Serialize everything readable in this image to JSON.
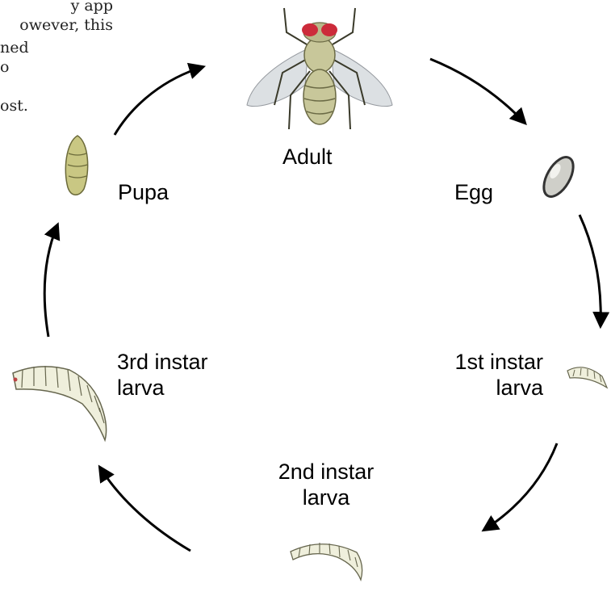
{
  "fragment_text": {
    "lines": [
      "y app",
      "owever, this",
      "ned",
      "o",
      "ost."
    ]
  },
  "stages": {
    "adult": {
      "label": "Adult"
    },
    "egg": {
      "label": "Egg"
    },
    "first_instar": {
      "line1": "1st instar",
      "line2": "larva"
    },
    "second_instar": {
      "line1": "2nd instar",
      "line2": "larva"
    },
    "third_instar": {
      "line1": "3rd instar",
      "line2": "larva"
    },
    "pupa": {
      "label": "Pupa"
    }
  },
  "icons": {
    "adult": "adult-fly-icon",
    "egg": "egg-icon",
    "first_instar": "first-instar-larva-icon",
    "second_instar": "second-instar-larva-icon",
    "third_instar": "third-instar-larva-icon",
    "pupa": "pupa-icon"
  },
  "colors": {
    "arrow": "#000000",
    "fly_body": "#c8c79a",
    "fly_eye": "#cc2b3a",
    "wing": "#d9dde0",
    "egg": "#cfcfc9",
    "larva": "#efefdc",
    "pupa": "#c9c783"
  }
}
